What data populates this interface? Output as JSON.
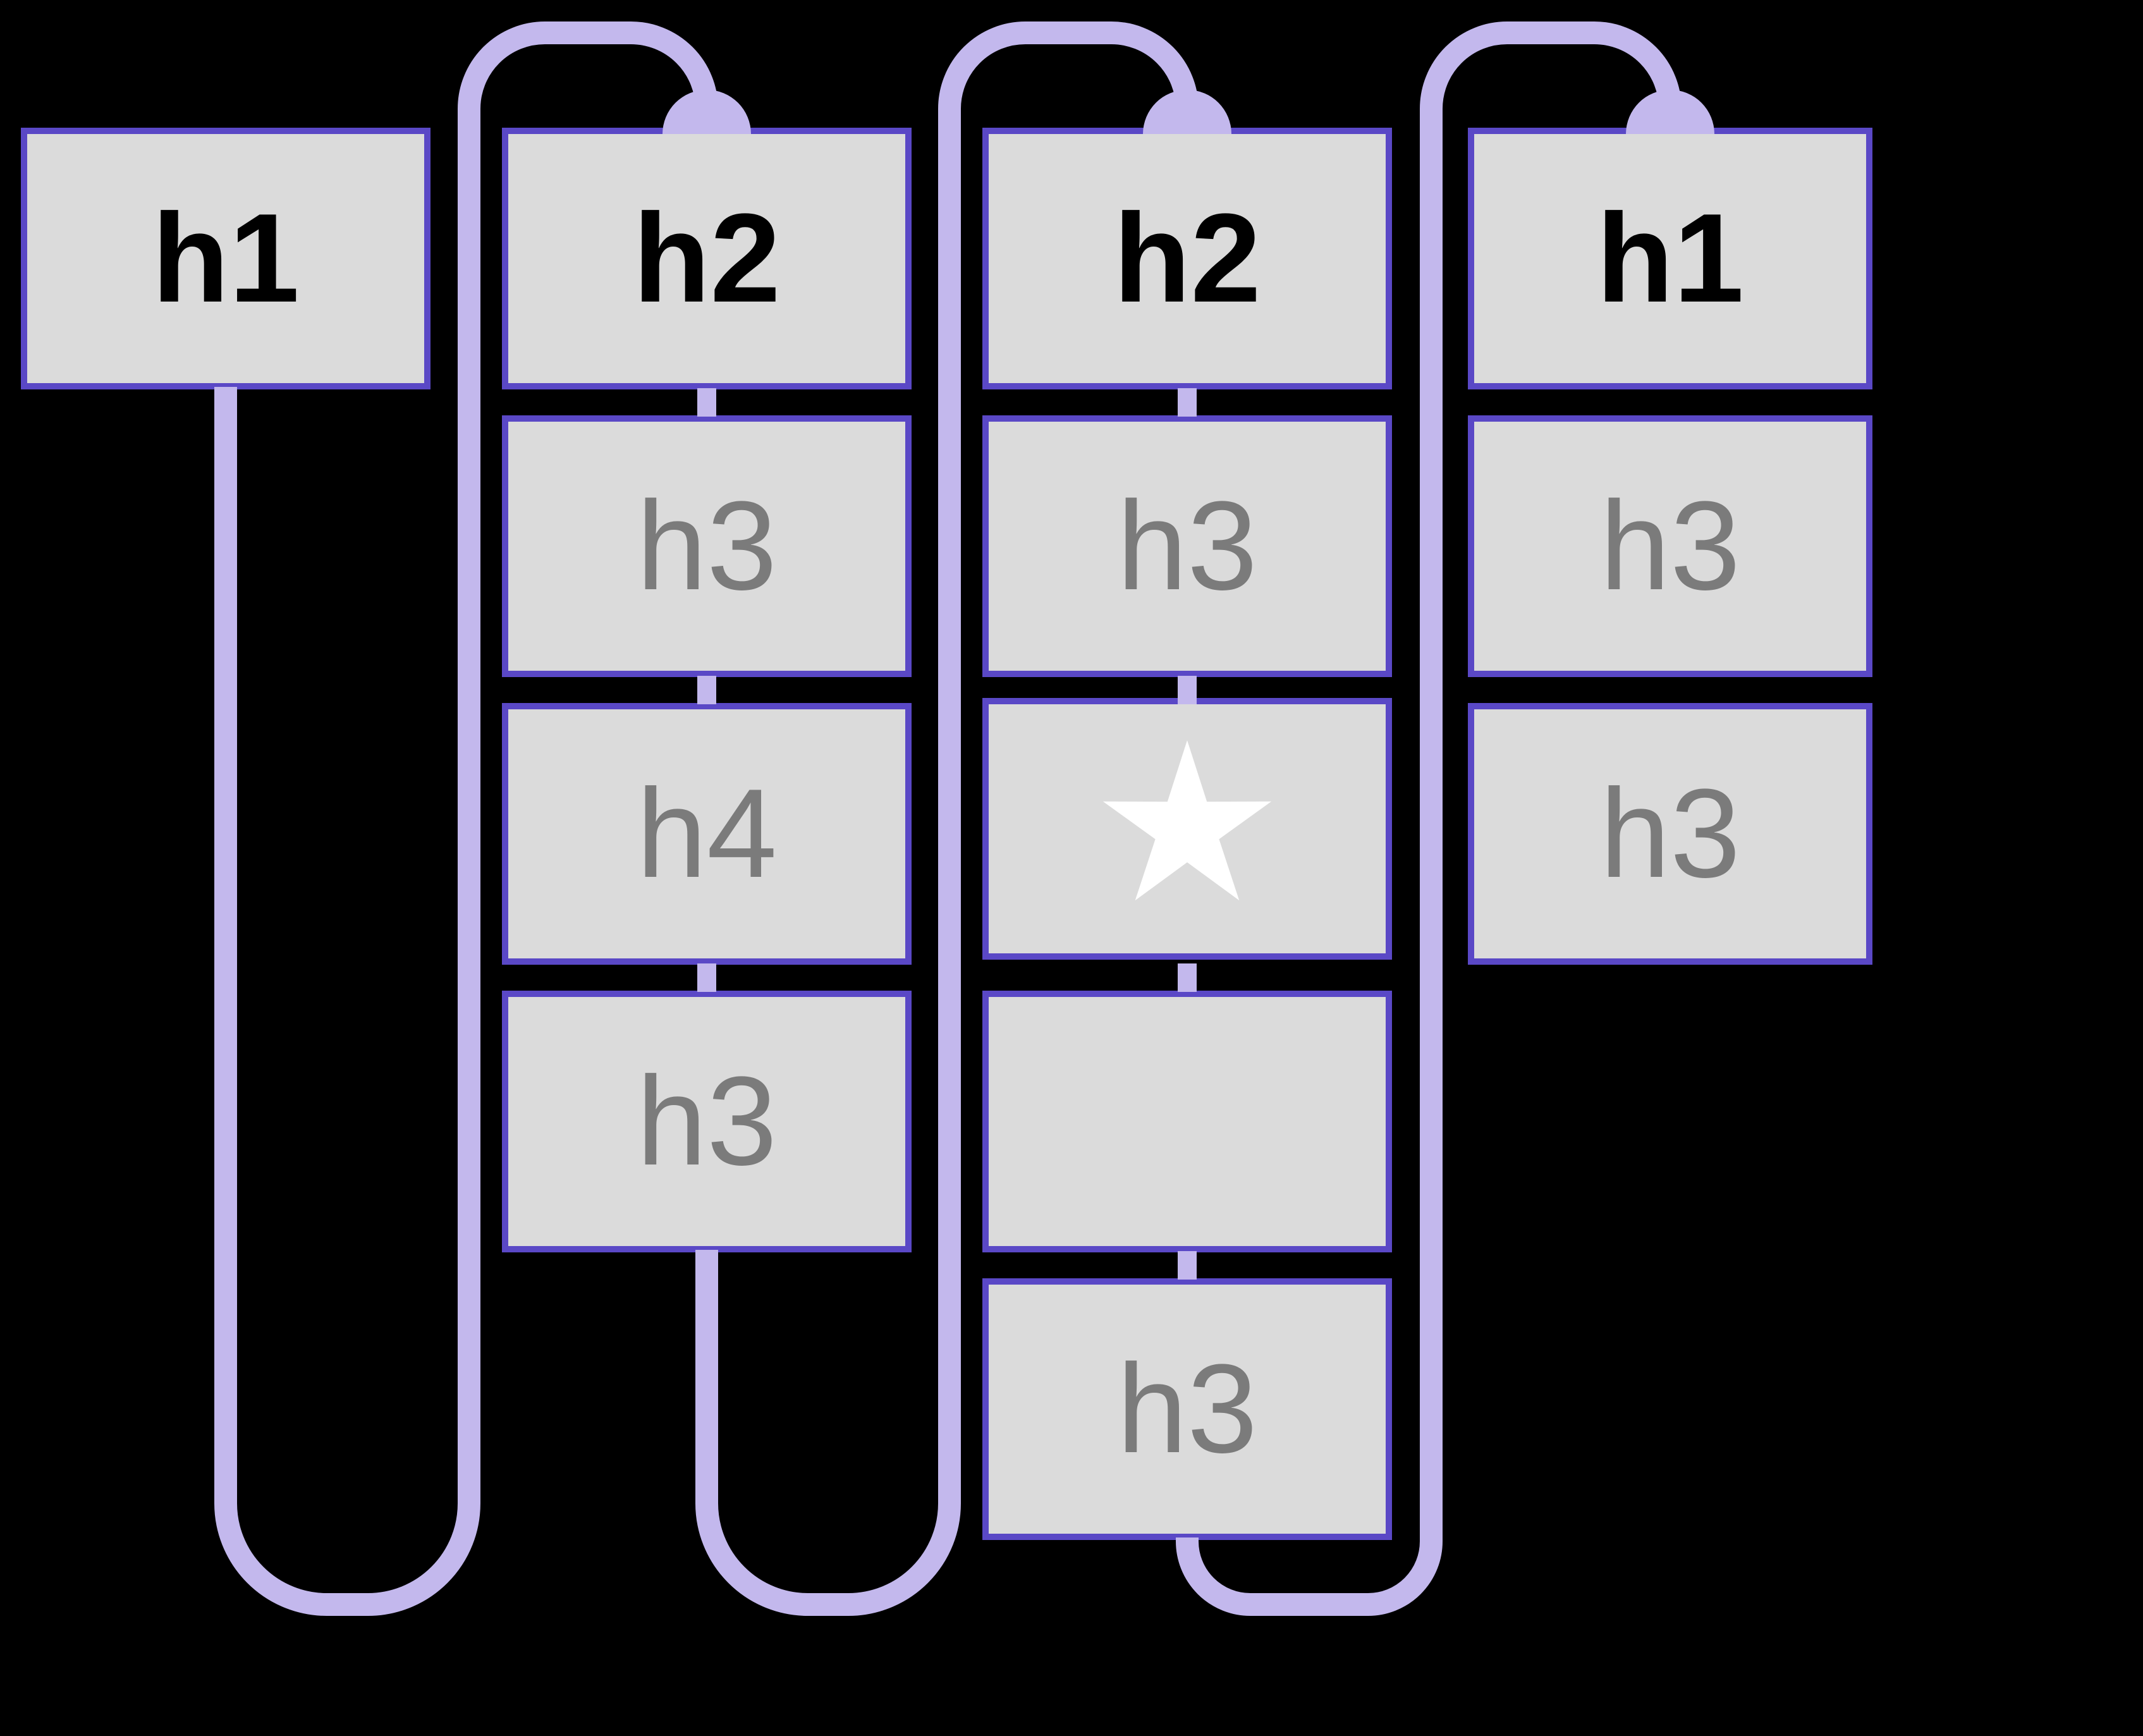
{
  "figure": {
    "name": "heading-outline-traversal-diagram",
    "colors": {
      "background": "#000000",
      "box_fill": "#dbdbdb",
      "box_border": "#5a48c6",
      "wire": "#c3b8ed",
      "strong_text": "#000000",
      "muted_text": "#7b7b7b",
      "star": "#ffffff"
    },
    "columns": [
      {
        "boxes": [
          {
            "label": "h1",
            "style": "strong"
          }
        ]
      },
      {
        "boxes": [
          {
            "label": "h2",
            "style": "strong"
          },
          {
            "label": "h3",
            "style": "muted"
          },
          {
            "label": "h4",
            "style": "muted"
          },
          {
            "label": "h3",
            "style": "muted"
          }
        ]
      },
      {
        "boxes": [
          {
            "label": "h2",
            "style": "strong"
          },
          {
            "label": "h3",
            "style": "muted"
          },
          {
            "label": "",
            "style": "muted",
            "icon": "star"
          },
          {
            "label": "",
            "style": "muted"
          },
          {
            "label": "h3",
            "style": "muted"
          }
        ]
      },
      {
        "boxes": [
          {
            "label": "h1",
            "style": "strong"
          },
          {
            "label": "h3",
            "style": "muted"
          },
          {
            "label": "h3",
            "style": "muted"
          }
        ]
      }
    ]
  }
}
